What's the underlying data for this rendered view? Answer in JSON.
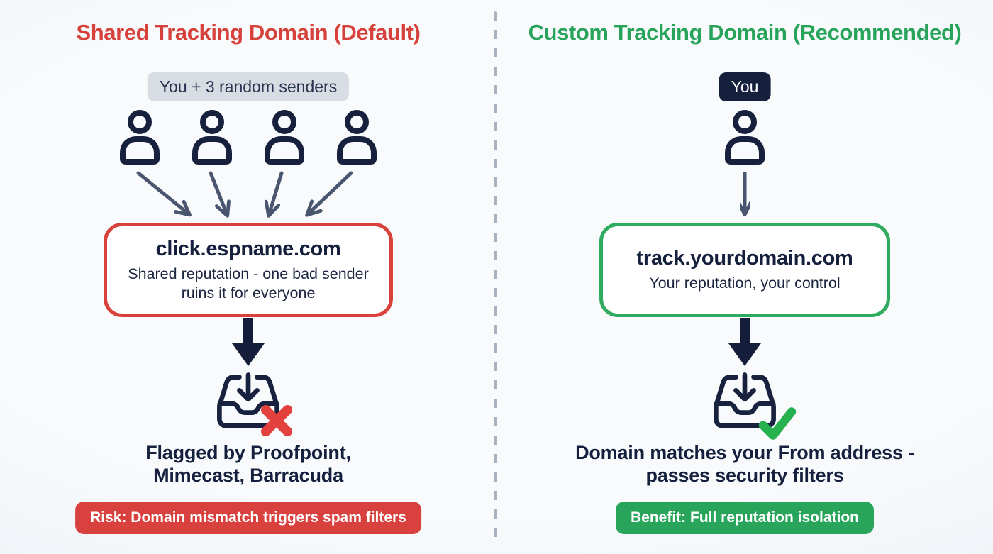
{
  "meta": {
    "kind": "comparison-diagram",
    "topic": "email tracking domains"
  },
  "colors": {
    "red_accent": "#d6413c",
    "green_accent": "#27a45a",
    "navy_ink": "#15203c",
    "slate_arrow": "#4a566f",
    "gray_chip_bg": "#d8dce3",
    "dark_chip_bg": "#14203c",
    "risk_badge_bg": "#d8413e",
    "benefit_badge_bg": "#28a55b",
    "background": "#f3f6fa",
    "divider_dash": "#a9b1c0"
  },
  "icons": {
    "sender": "user-icon",
    "fan_in": "converging-arrows-icon",
    "flow": "bold-down-arrow-icon",
    "inbox": "inbox-arrow-down-icon",
    "fail": "x-mark-icon",
    "pass": "check-icon",
    "divider": "dashed-vertical-divider"
  },
  "left": {
    "title": "Shared Tracking Domain (Default)",
    "senders_chip": "You + 3 random senders",
    "sender_count": 4,
    "domain_box": {
      "domain": "click.espname.com",
      "caption_line1": "Shared reputation - one bad sender",
      "caption_line2": "ruins it for everyone"
    },
    "outcome_line1": "Flagged by Proofpoint,",
    "outcome_line2": "Mimecast, Barracuda",
    "footer_badge": "Risk: Domain mismatch triggers spam filters"
  },
  "right": {
    "title": "Custom Tracking Domain (Recommended)",
    "senders_chip": "You",
    "sender_count": 1,
    "domain_box": {
      "domain": "track.yourdomain.com",
      "caption_line1": "Your reputation, your control"
    },
    "outcome_line1": "Domain matches your From address -",
    "outcome_line2": "passes security filters",
    "footer_badge": "Benefit: Full reputation isolation"
  }
}
